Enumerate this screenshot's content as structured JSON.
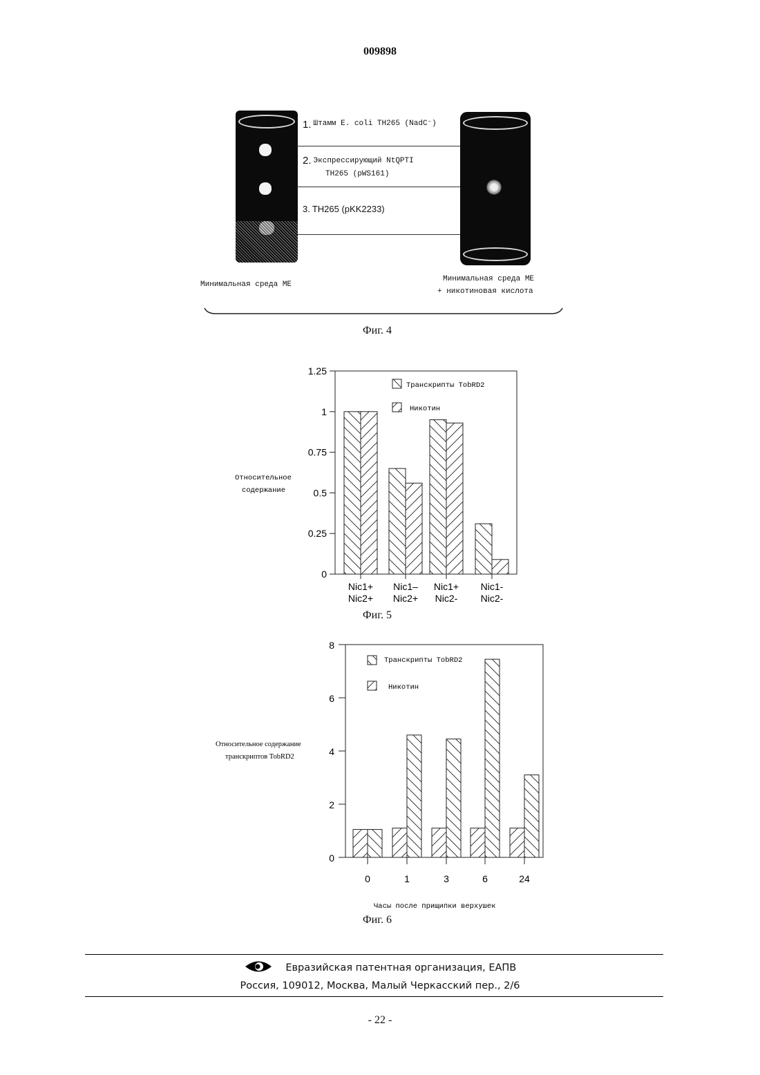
{
  "header": {
    "doc_number": "009898"
  },
  "fig4": {
    "rows": [
      {
        "num": "1.",
        "text": "Штамм E. coli TH265 (NadC⁻)"
      },
      {
        "num": "2.",
        "text": "Экспрессирующий NtQPTI",
        "text2": "TH265 (pWS161)"
      },
      {
        "num": "3.",
        "text": "TH265 (pKK2233)"
      }
    ],
    "left_medium": "Минимальная среда МЕ",
    "right_medium_1": "Минимальная среда МЕ",
    "right_medium_2": "+ никотиновая кислота",
    "caption": "Фиг. 4"
  },
  "fig5": {
    "caption": "Фиг. 5",
    "chart_data": {
      "type": "bar",
      "ylabel": "Относительное содержание",
      "ylim": [
        0,
        1.25
      ],
      "yticks": [
        "0",
        "0.25",
        "0.5",
        "0.75",
        "1",
        "1.25"
      ],
      "categories": [
        [
          "Nic1+",
          "Nic2+"
        ],
        [
          "Nic1–",
          "Nic2+"
        ],
        [
          "Nic1+",
          "Nic2-"
        ],
        [
          "Nic1-",
          "Nic2-"
        ]
      ],
      "series": [
        {
          "name": "Транскрипты TobRD2",
          "values": [
            1.0,
            0.65,
            0.95,
            0.31
          ]
        },
        {
          "name": "Никотин",
          "values": [
            1.0,
            0.56,
            0.93,
            0.09
          ]
        }
      ],
      "legend": "top-right"
    }
  },
  "fig6": {
    "caption": "Фиг. 6",
    "chart_data": {
      "type": "bar",
      "ylabel_1": "Относительное содержание",
      "ylabel_2": "транскриптов TobRD2",
      "xlabel": "Часы после прищипки верхушек",
      "ylim": [
        0,
        8
      ],
      "yticks": [
        "0",
        "2",
        "4",
        "6",
        "8"
      ],
      "categories": [
        "0",
        "1",
        "3",
        "6",
        "24"
      ],
      "series": [
        {
          "name": "Никотин",
          "values": [
            1.05,
            1.1,
            1.1,
            1.1,
            1.1
          ]
        },
        {
          "name": "Транскрипты TobRD2",
          "values": [
            1.05,
            4.6,
            4.45,
            7.45,
            3.1
          ]
        }
      ],
      "legend": "top-left"
    }
  },
  "footer": {
    "org": "Евразийская патентная организация, ЕАПВ",
    "address": "Россия, 109012, Москва, Малый Черкасский пер., 2/6",
    "page": "- 22 -"
  }
}
